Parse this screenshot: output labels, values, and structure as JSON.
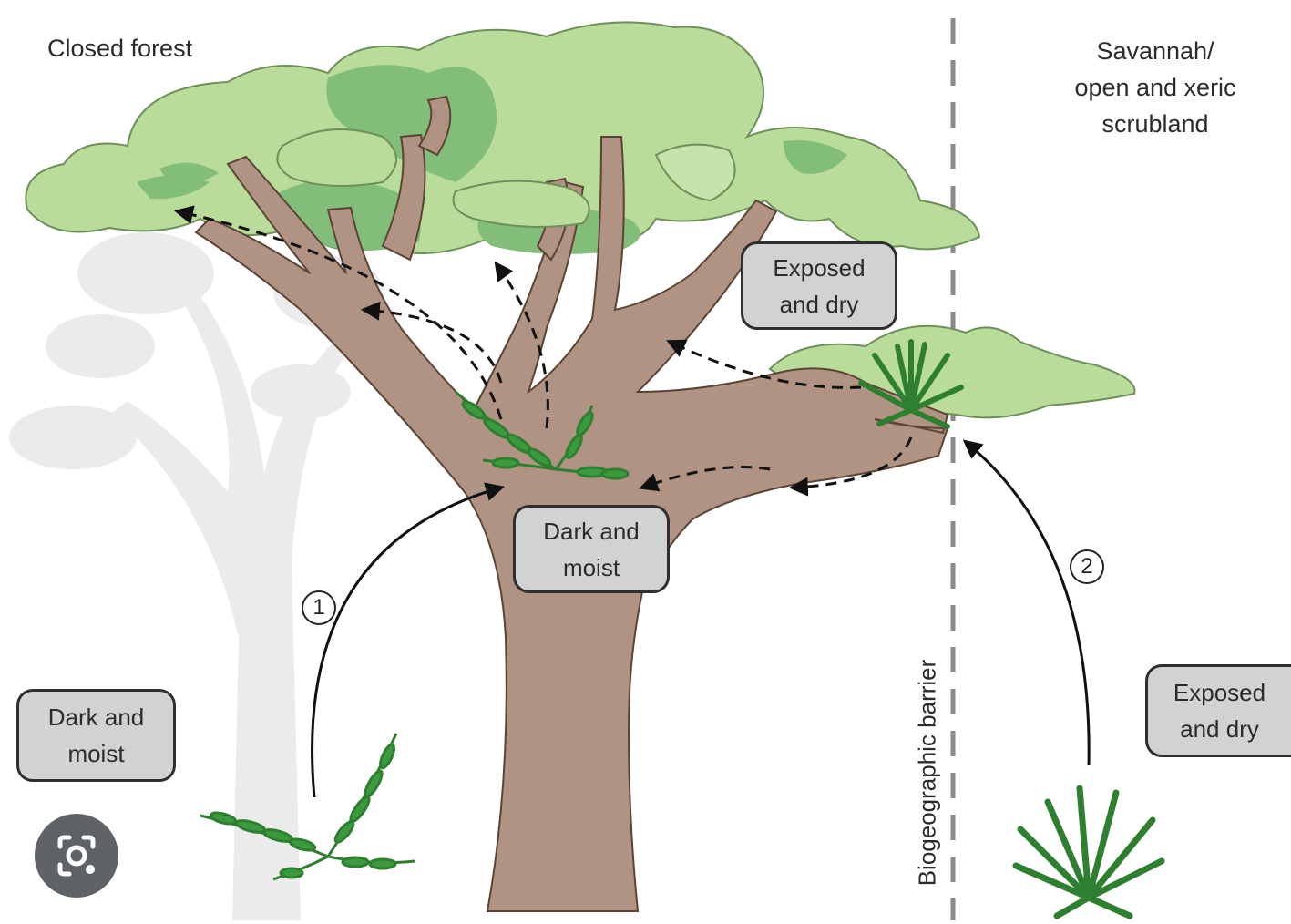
{
  "labels": {
    "closed_forest": "Closed forest",
    "savannah_line1": "Savannah/",
    "savannah_line2": "open and xeric",
    "savannah_line3": "scrubland",
    "barrier": "Biogeographic barrier"
  },
  "boxes": {
    "canopy": {
      "line1": "Exposed",
      "line2": "and dry"
    },
    "trunk": {
      "line1": "Dark and",
      "line2": "moist"
    },
    "left_ground": {
      "line1": "Dark and",
      "line2": "moist"
    },
    "right_ground": {
      "line1": "Exposed",
      "line2": "and dry"
    }
  },
  "pathways": {
    "one": "1",
    "two": "2"
  },
  "colors": {
    "trunk": "#b09383",
    "trunk_outline": "#5b4436",
    "foliage_light": "#b9dc9a",
    "foliage_dark": "#82bd79",
    "fern": "#3c9a3e",
    "ghost_tree": "#e8e8e8",
    "box_fill": "#d2d2d2"
  },
  "icons": {
    "lens": "visual-search-icon"
  }
}
